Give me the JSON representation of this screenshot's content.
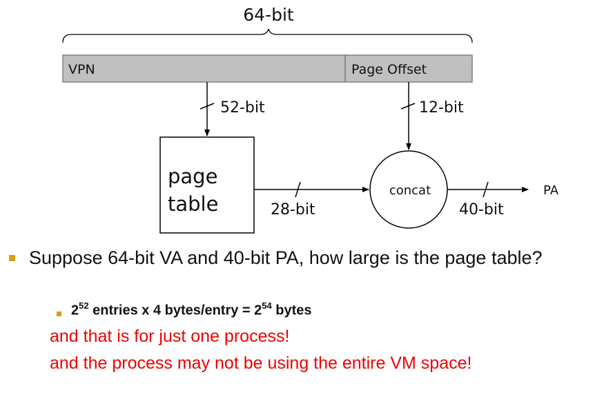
{
  "diagram": {
    "total_width_label": "64-bit",
    "va_fields": [
      {
        "label": "VPN",
        "bits": 52
      },
      {
        "label": "Page Offset",
        "bits": 12
      }
    ],
    "vpn_width_label": "52-bit",
    "offset_width_label": "12-bit",
    "page_table_label_line1": "page",
    "page_table_label_line2": "table",
    "pfn_width_label": "28-bit",
    "concat_label": "concat",
    "pa_width_label": "40-bit",
    "output_label": "PA",
    "colors": {
      "field_fill": "#c0c0c0",
      "field_border": "#808080",
      "line": "#000000"
    }
  },
  "bullets": {
    "question": "Suppose 64-bit VA and 40-bit PA, how large is the page table?",
    "answer": {
      "base1": "2",
      "exp1": "52",
      "middle": " entries x 4 bytes/entry = ",
      "base2": "2",
      "exp2": "54",
      "tail": " bytes"
    },
    "notes": [
      "and that is for just one process!",
      "and the process may not be using the entire VM space!"
    ],
    "colors": {
      "bullet": "#d4a017",
      "note": "#f00000"
    }
  }
}
